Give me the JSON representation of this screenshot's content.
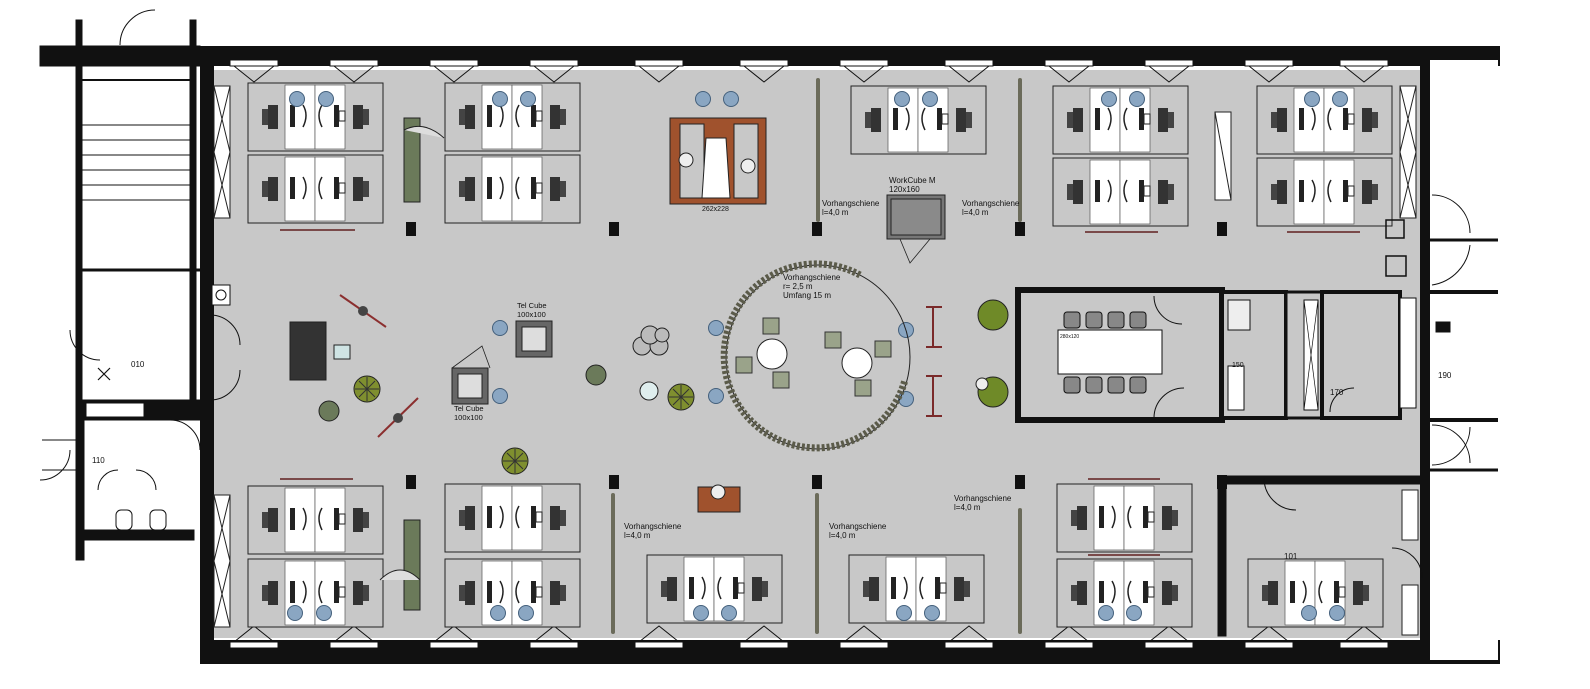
{
  "plan": {
    "rooms": {
      "r010": "010",
      "r110": "110",
      "r101": "101",
      "r190": "190",
      "r170": "170",
      "r150": "150"
    },
    "labels": {
      "huddle_size": "262x228",
      "workcube_name": "WorkCube M",
      "workcube_size": "120x160",
      "telcube_a_name": "Tel Cube",
      "telcube_a_size": "100x100",
      "telcube_b_name": "Tel Cube",
      "telcube_b_size": "100x100",
      "round_rail_name": "Vorhangschiene",
      "round_rail_radius": "r= 2,5 m",
      "round_rail_length": "Umfang 15 m",
      "rail_tl_name": "Vorhangschiene",
      "rail_tl_len": "l=4,0 m",
      "rail_tr_name": "Vorhangschiene",
      "rail_tr_len": "l=4,0 m",
      "rail_bl_name": "Vorhangschiene",
      "rail_bl_len": "l=4,0 m",
      "rail_bm_name": "Vorhangschiene",
      "rail_bm_len": "l=4,0 m",
      "rail_br_name": "Vorhangschiene",
      "rail_br_len": "l=4,0 m",
      "meeting_table_size": "280x120"
    },
    "colors": {
      "floor": "#c8c8c8",
      "wall": "#111111",
      "desk": "#ffffff",
      "person": "#7f9fbf",
      "plant": "#7f8f2f",
      "wood": "#a0522d",
      "sofa": "#6b7a5a",
      "curtain": "#6b6b5a"
    }
  }
}
